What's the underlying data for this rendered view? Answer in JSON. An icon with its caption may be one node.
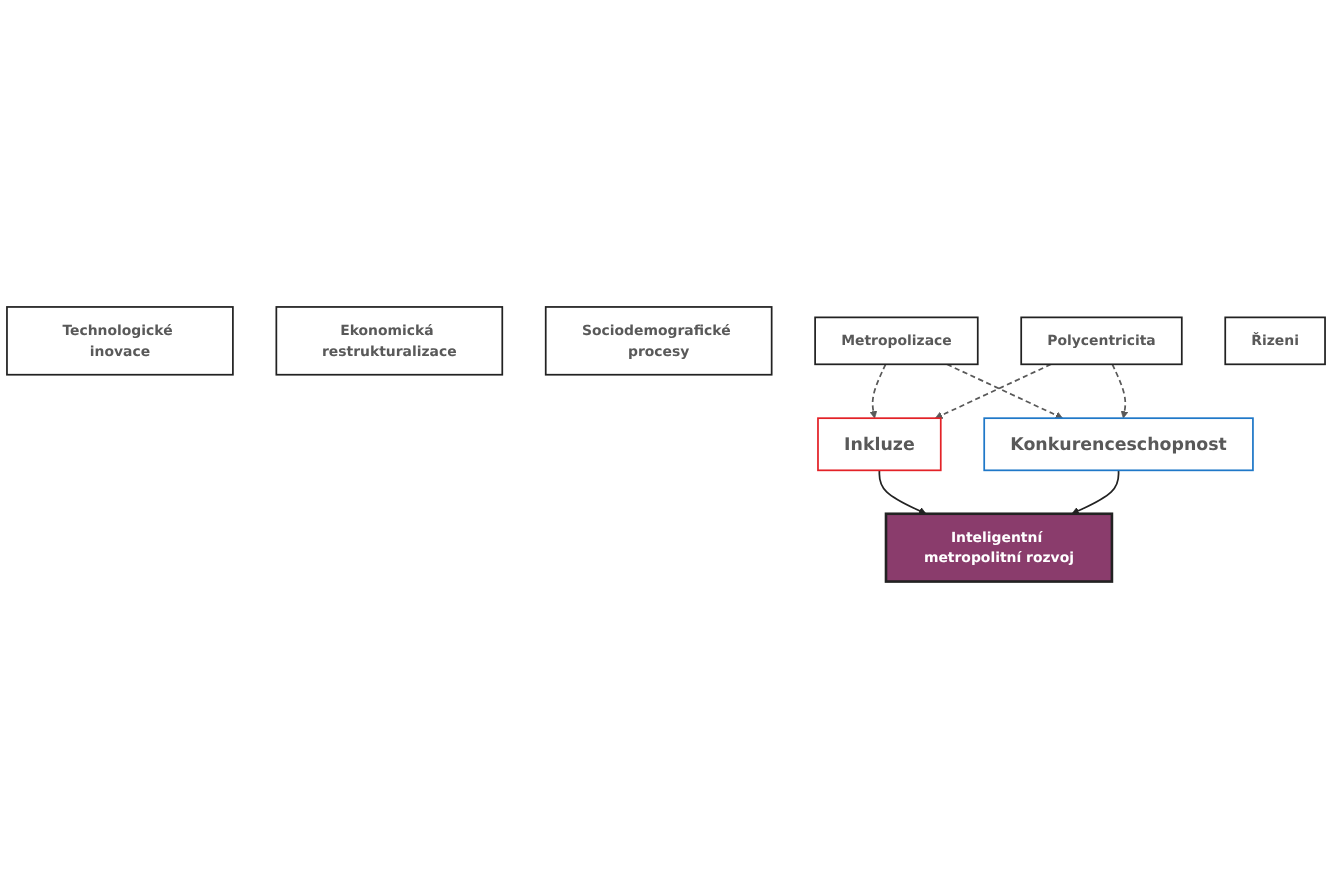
{
  "diagram": {
    "nodes": [
      {
        "text": [
          "Technologické inovace"
        ]
      },
      {
        "text": [
          "Ekonomická restrukturalizace"
        ]
      },
      {
        "text": [
          "Sociodemografické procesy"
        ]
      },
      {
        "text": [
          "Inkluze"
        ]
      },
      {
        "text": [
          "Metropolizace"
        ]
      },
      {
        "text": [
          "Inteligentní metropolitní rozvoj"
        ]
      },
      {
        "text": [
          "Polycentricita"
        ]
      },
      {
        "text": [
          "Konkurenceschopnost"
        ]
      },
      {
        "text": [
          "Řizeni"
        ]
      }
    ],
    "edges": [
      {
        "from": 4,
        "to": 3,
        "arrow": "to",
        "style": "dashed"
      },
      {
        "from": 4,
        "to": 7,
        "arrow": "to",
        "style": "dashed"
      },
      {
        "from": 6,
        "to": 3,
        "arrow": "to",
        "style": "dashed"
      },
      {
        "from": 6,
        "to": 7,
        "arrow": "to",
        "style": "dashed"
      },
      {
        "from": 3,
        "to": 5,
        "arrow": "to"
      },
      {
        "from": 7,
        "to": 5,
        "arrow": "to"
      }
    ]
  }
}
